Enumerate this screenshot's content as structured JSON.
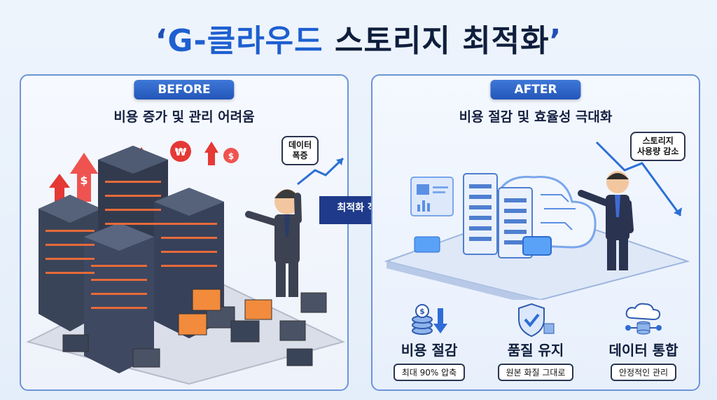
{
  "title": {
    "open_quote": "‘",
    "brand": "G-클라우드",
    "rest": " 스토리지 최적화",
    "close_quote": "’"
  },
  "before": {
    "badge": "BEFORE",
    "subtitle": "비용 증가 및 관리 어려움",
    "bubble_line1": "데이터",
    "bubble_line2": "폭증"
  },
  "arrow": {
    "label": "최적화 적용"
  },
  "after": {
    "badge": "AFTER",
    "subtitle": "비용 절감 및 효율성 극대화",
    "bubble_line1": "스토리지",
    "bubble_line2": "사용량 감소",
    "features": [
      {
        "title": "비용 절감",
        "caption": "최대 90% 압축"
      },
      {
        "title": "품질 유지",
        "caption": "원본 화질 그대로"
      },
      {
        "title": "데이터 통합",
        "caption": "안정적인 관리"
      }
    ]
  },
  "colors": {
    "accent": "#2356b8",
    "brand_blue": "#1e5fd0",
    "warn_red": "#e53935",
    "server_dark": "#3a4458",
    "cloud_blue": "#7aa7ec"
  }
}
